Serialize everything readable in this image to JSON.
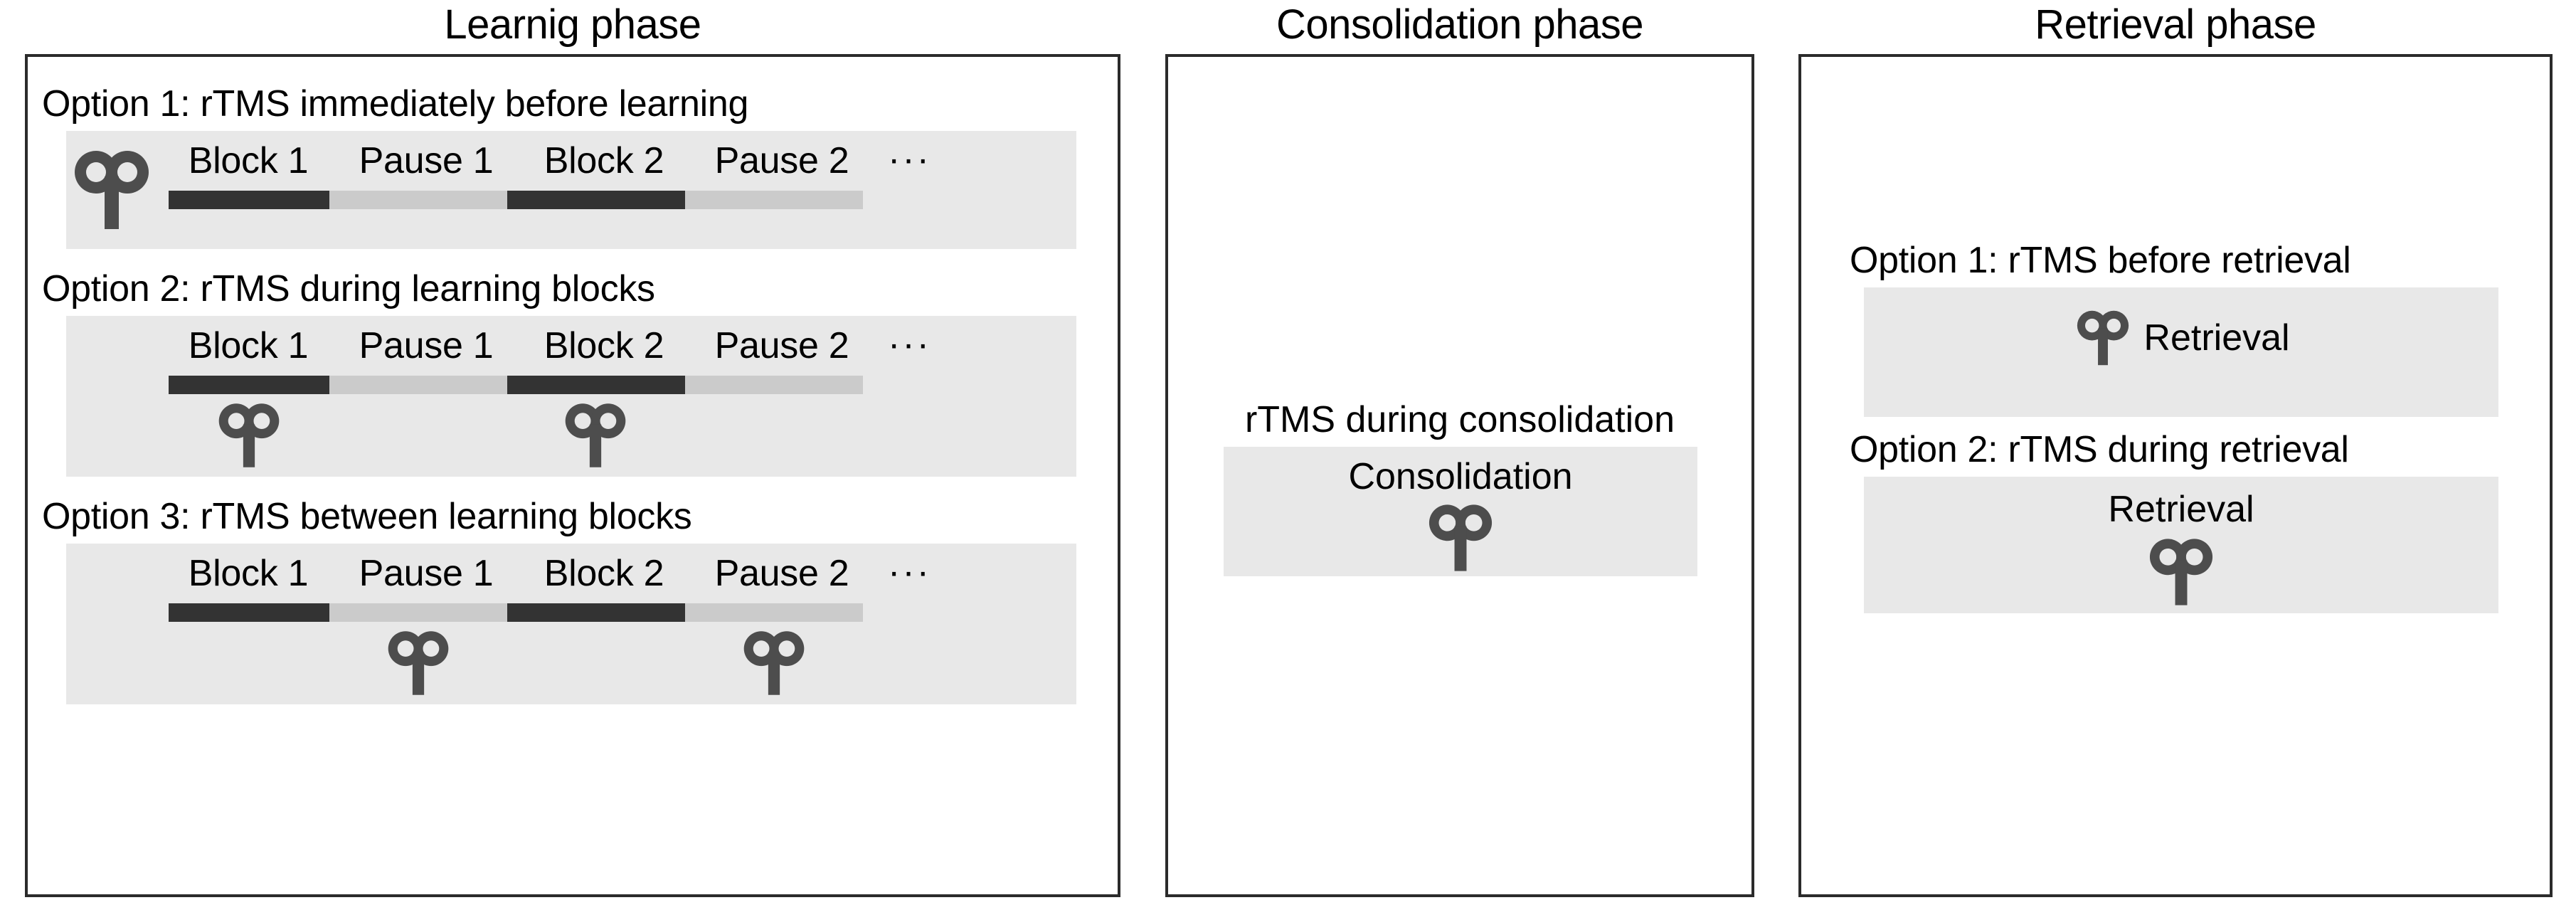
{
  "figure": {
    "accent_dark": "#333333",
    "accent_pause": "#cbcbcb",
    "band_bg": "#e8e8e8",
    "coil_color": "#4d4d4d",
    "border_color": "#2b2b2b",
    "ellipsis": "···"
  },
  "panels": [
    {
      "id": "learning",
      "title": "Learnig phase",
      "options": [
        {
          "label": "Option 1: rTMS immediately before learning",
          "coil_position": "before-timeline",
          "timeline": {
            "segments": [
              {
                "name": "Block 1",
                "type": "block"
              },
              {
                "name": "Pause 1",
                "type": "pause"
              },
              {
                "name": "Block 2",
                "type": "block"
              },
              {
                "name": "Pause 2",
                "type": "pause"
              }
            ],
            "trailing": "···"
          },
          "coils_below": []
        },
        {
          "label": "Option 2: rTMS during learning blocks",
          "coil_position": "below-blocks",
          "timeline": {
            "segments": [
              {
                "name": "Block 1",
                "type": "block"
              },
              {
                "name": "Pause 1",
                "type": "pause"
              },
              {
                "name": "Block 2",
                "type": "block"
              },
              {
                "name": "Pause 2",
                "type": "pause"
              }
            ],
            "trailing": "···"
          },
          "coils_below": [
            "Block 1",
            "Block 2"
          ]
        },
        {
          "label": "Option 3: rTMS between learning blocks",
          "coil_position": "below-pauses",
          "timeline": {
            "segments": [
              {
                "name": "Block 1",
                "type": "block"
              },
              {
                "name": "Pause 1",
                "type": "pause"
              },
              {
                "name": "Block 2",
                "type": "block"
              },
              {
                "name": "Pause 2",
                "type": "pause"
              }
            ],
            "trailing": "···"
          },
          "coils_below": [
            "Pause 1",
            "Pause 2"
          ]
        }
      ]
    },
    {
      "id": "consolidation",
      "title": "Consolidation phase",
      "caption": "rTMS during consolidation",
      "band_label": "Consolidation"
    },
    {
      "id": "retrieval",
      "title": "Retrieval phase",
      "options": [
        {
          "label": "Option 1: rTMS before retrieval",
          "band_label": "Retrieval",
          "coil_position": "left-of-label"
        },
        {
          "label": "Option 2: rTMS during retrieval",
          "band_label": "Retrieval",
          "coil_position": "below-label"
        }
      ]
    }
  ]
}
